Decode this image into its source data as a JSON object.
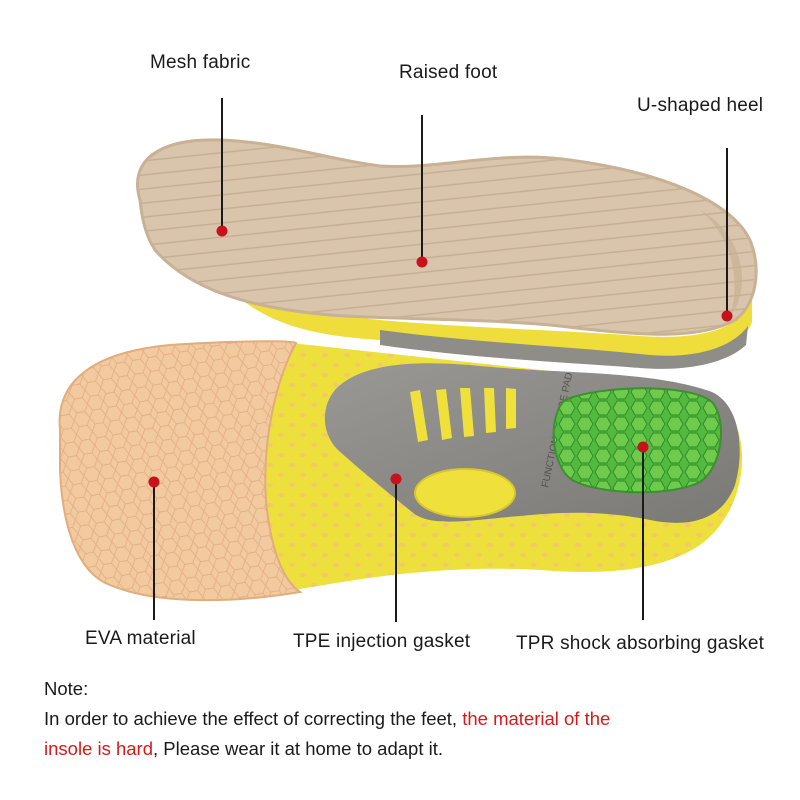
{
  "labels": {
    "mesh_fabric": "Mesh fabric",
    "raised_foot": "Raised foot",
    "u_shaped_heel": "U-shaped heel",
    "eva_material": "EVA material",
    "tpe_gasket": "TPE injection gasket",
    "tpr_gasket": "TPR shock absorbing gasket"
  },
  "insole_print": "FUNCTIONAL SHOE PAD",
  "note": {
    "heading": "Note:",
    "line_start": "In order to achieve the effect of correcting the feet, ",
    "line_highlight_1": "the material of the",
    "line_highlight_2": "insole is hard",
    "line_end": ", Please wear it at home to adapt it."
  },
  "colors": {
    "marker": "#c8111a",
    "highlight": "#d61a1a",
    "mesh": "#d9c6ad",
    "yellow": "#efe03a",
    "gray_shell": "#8c8a86",
    "eva": "#f2c99a",
    "gel_green": "#4fb83c"
  }
}
